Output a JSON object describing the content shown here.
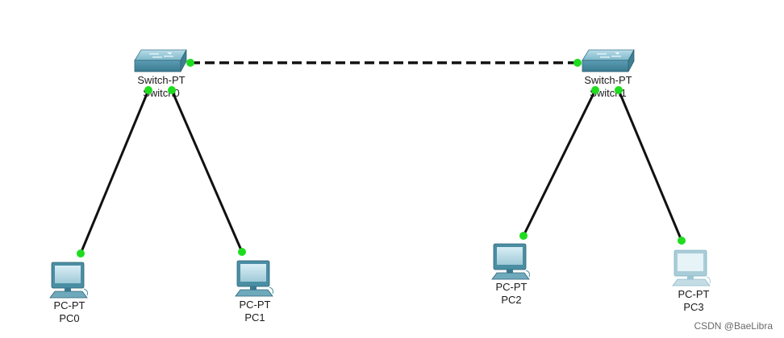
{
  "devices": [
    {
      "id": "switch0",
      "type_label": "Switch-PT",
      "name_label": "Switch0",
      "kind": "switch"
    },
    {
      "id": "switch1",
      "type_label": "Switch-PT",
      "name_label": "Switch1",
      "kind": "switch"
    },
    {
      "id": "pc0",
      "type_label": "PC-PT",
      "name_label": "PC0",
      "kind": "pc"
    },
    {
      "id": "pc1",
      "type_label": "PC-PT",
      "name_label": "PC1",
      "kind": "pc"
    },
    {
      "id": "pc2",
      "type_label": "PC-PT",
      "name_label": "PC2",
      "kind": "pc"
    },
    {
      "id": "pc3",
      "type_label": "PC-PT",
      "name_label": "PC3",
      "kind": "pc",
      "faded": true
    }
  ],
  "links": [
    {
      "from": "switch0",
      "to": "switch1",
      "style": "dashed",
      "status": "up"
    },
    {
      "from": "switch0",
      "to": "pc0",
      "style": "solid",
      "status": "up"
    },
    {
      "from": "switch0",
      "to": "pc1",
      "style": "solid",
      "status": "up"
    },
    {
      "from": "switch1",
      "to": "pc2",
      "style": "solid",
      "status": "up"
    },
    {
      "from": "switch1",
      "to": "pc3",
      "style": "solid",
      "status": "up"
    }
  ],
  "colors": {
    "link": "#111111",
    "port_up": "#1fdc1f",
    "switch_body": "#5b9db4",
    "pc_body": "#4a8ea3",
    "pc_faded": "#a9cdd8"
  },
  "watermark": "CSDN @BaeLibra"
}
